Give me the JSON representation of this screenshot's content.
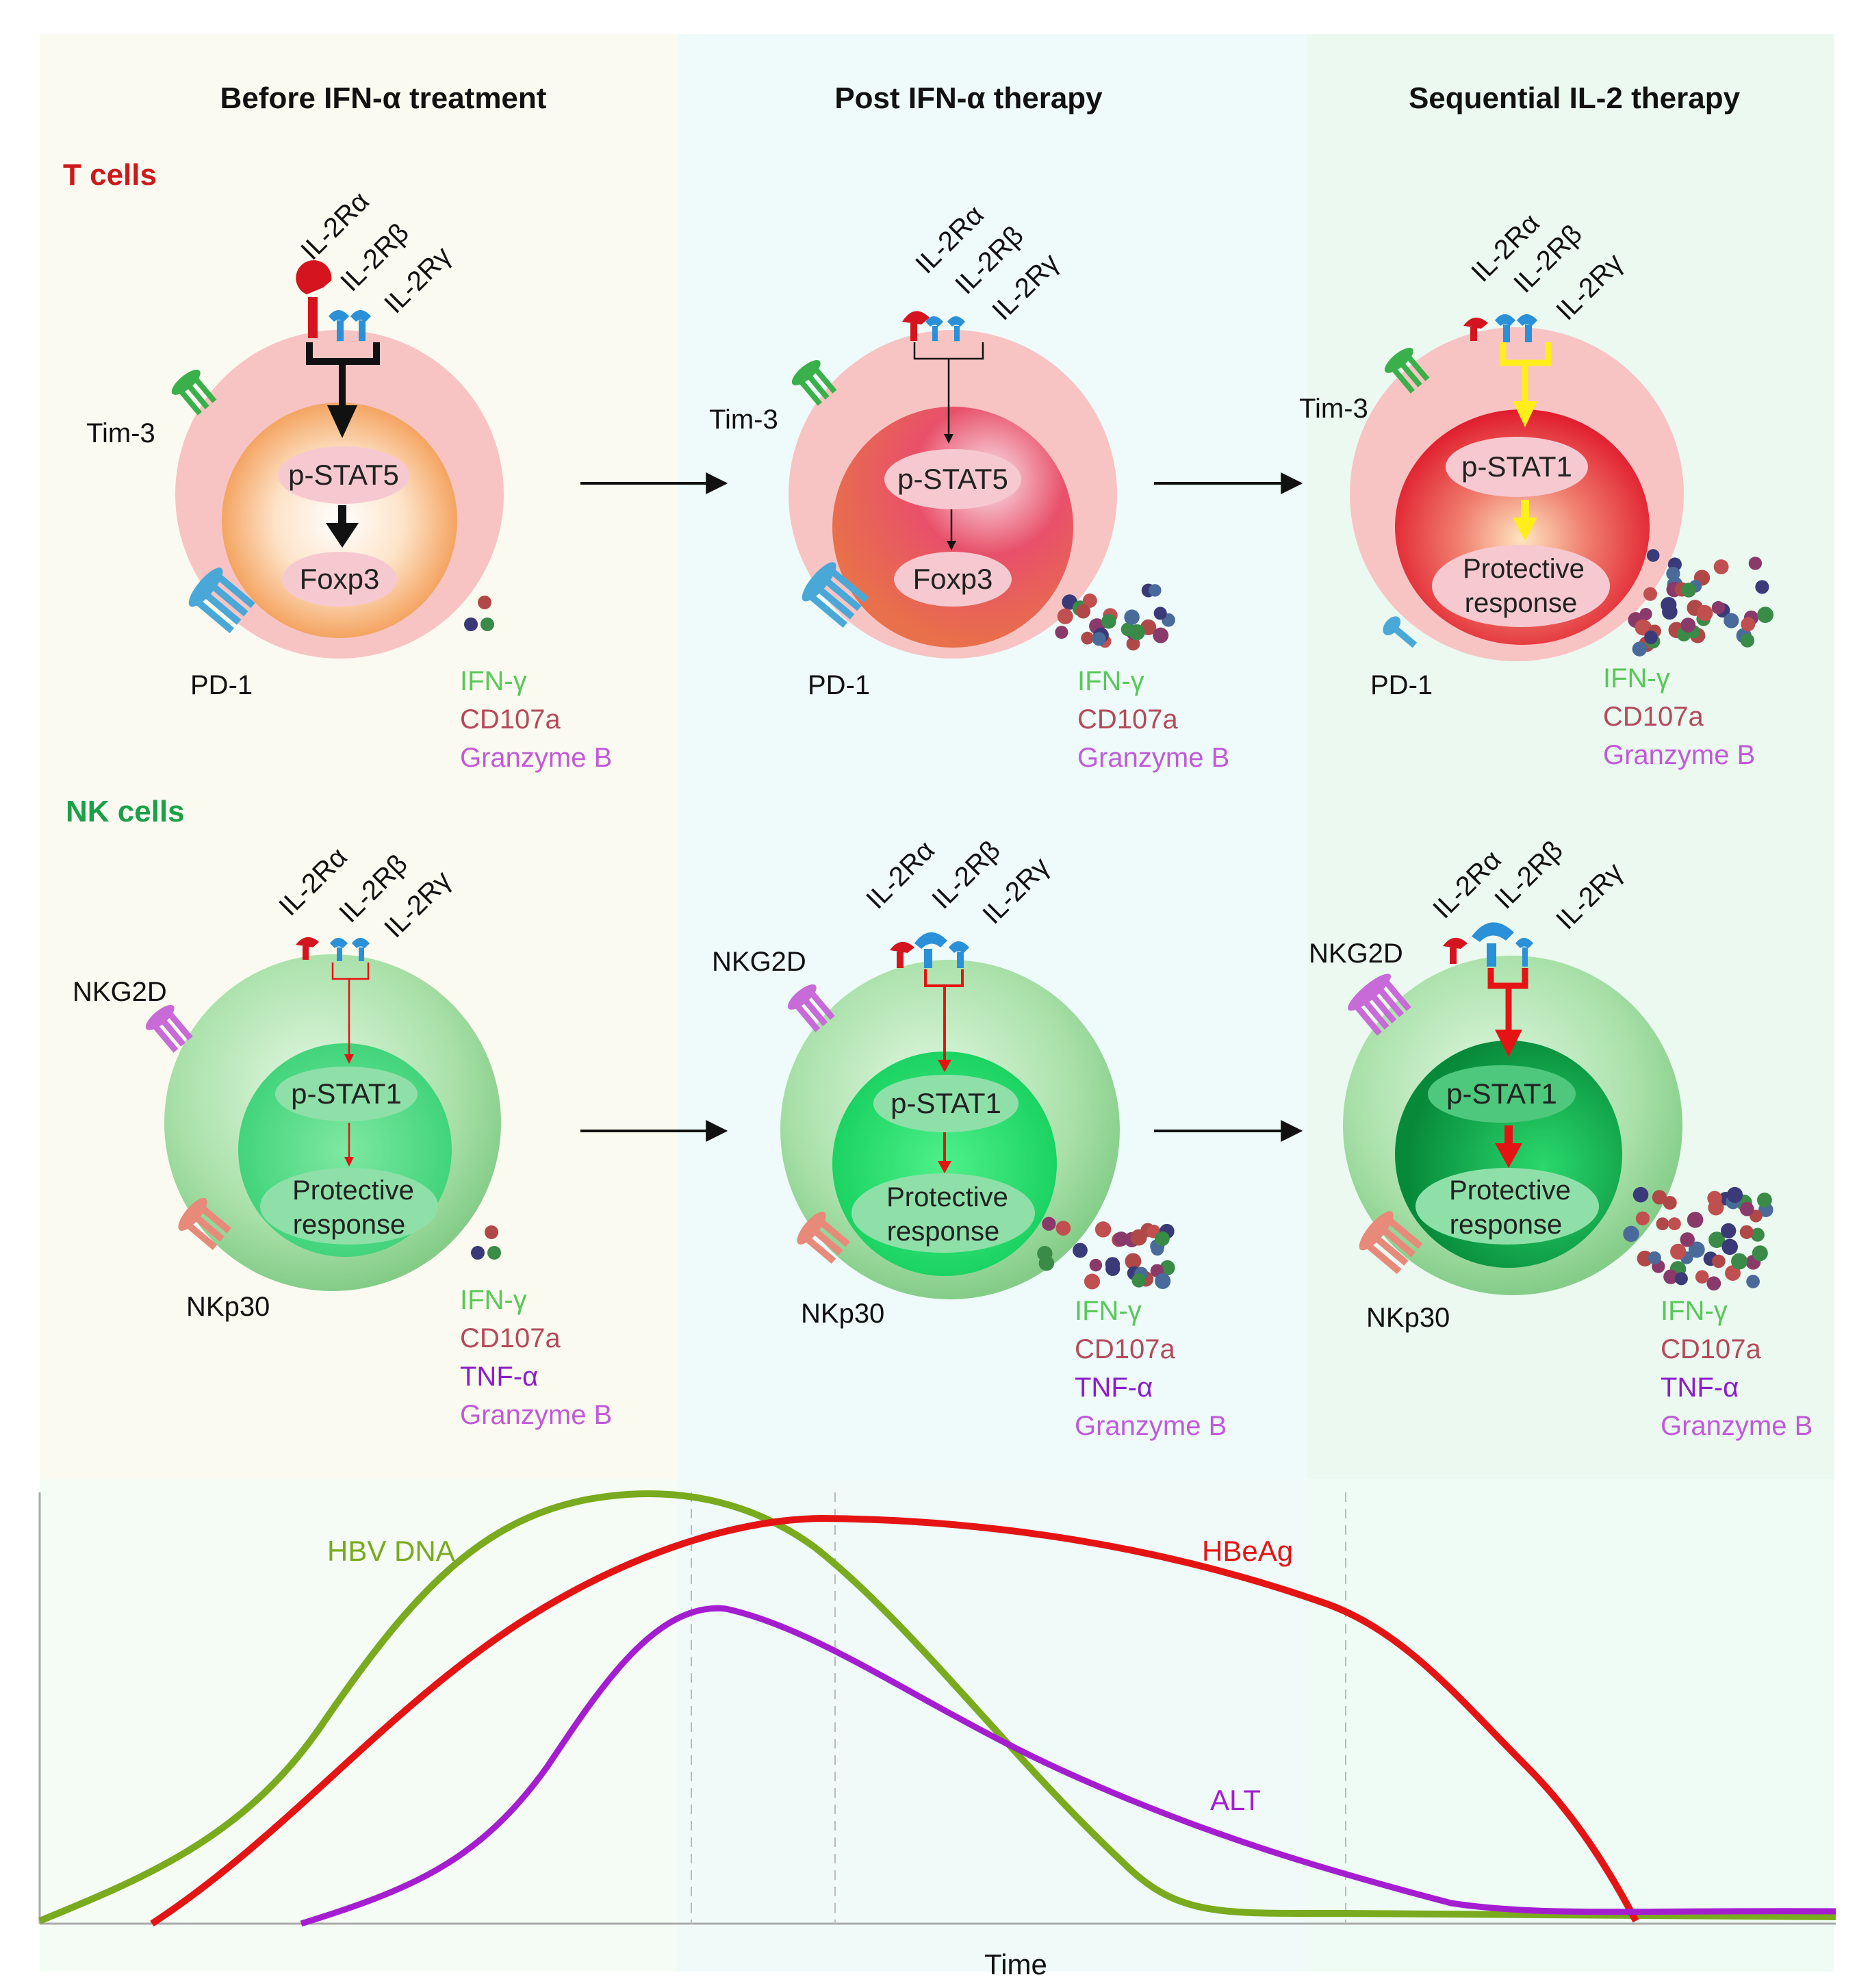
{
  "panels": [
    {
      "title": "Before IFN-α treatment",
      "t_cell": {
        "receptors": [
          "IL-2Rα",
          "IL-2Rβ",
          "IL-2Rγ"
        ],
        "tim3": "Tim-3",
        "pd1": "PD-1",
        "box_top": "p-STAT5",
        "box_bottom_lines": [
          "Foxp3"
        ],
        "cytokines": [
          "IFN-γ",
          "CD107a",
          "Granzyme B"
        ]
      },
      "nk_cell": {
        "receptors": [
          "IL-2Rα",
          "IL-2Rβ",
          "IL-2Rγ"
        ],
        "nkg2d": "NKG2D",
        "nkp30": "NKp30",
        "box_top": "p-STAT1",
        "box_bottom_lines": [
          "Protective",
          "response"
        ],
        "cytokines": [
          "IFN-γ",
          "CD107a",
          "TNF-α",
          "Granzyme B"
        ]
      }
    },
    {
      "title": "Post IFN-α therapy",
      "t_cell": {
        "receptors": [
          "IL-2Rα",
          "IL-2Rβ",
          "IL-2Rγ"
        ],
        "tim3": "Tim-3",
        "pd1": "PD-1",
        "box_top": "p-STAT5",
        "box_bottom_lines": [
          "Foxp3"
        ],
        "cytokines": [
          "IFN-γ",
          "CD107a",
          "Granzyme B"
        ]
      },
      "nk_cell": {
        "receptors": [
          "IL-2Rα",
          "IL-2Rβ",
          "IL-2Rγ"
        ],
        "nkg2d": "NKG2D",
        "nkp30": "NKp30",
        "box_top": "p-STAT1",
        "box_bottom_lines": [
          "Protective",
          "response"
        ],
        "cytokines": [
          "IFN-γ",
          "CD107a",
          "TNF-α",
          "Granzyme B"
        ]
      }
    },
    {
      "title": "Sequential IL-2 therapy",
      "t_cell": {
        "receptors": [
          "IL-2Rα",
          "IL-2Rβ",
          "IL-2Rγ"
        ],
        "tim3": "Tim-3",
        "pd1": "PD-1",
        "box_top": "p-STAT1",
        "box_bottom_lines": [
          "Protective",
          "response"
        ],
        "cytokines": [
          "IFN-γ",
          "CD107a",
          "Granzyme B"
        ]
      },
      "nk_cell": {
        "receptors": [
          "IL-2Rα",
          "IL-2Rβ",
          "IL-2Rγ"
        ],
        "nkg2d": "NKG2D",
        "nkp30": "NKp30",
        "box_top": "p-STAT1",
        "box_bottom_lines": [
          "Protective",
          "response"
        ],
        "cytokines": [
          "IFN-γ",
          "CD107a",
          "TNF-α",
          "Granzyme B"
        ]
      }
    }
  ],
  "row_labels": {
    "t_cells": "T cells",
    "nk_cells": "NK cells"
  },
  "curves": {
    "hbv_dna": "HBV DNA",
    "hbeag": "HBeAg",
    "alt": "ALT",
    "xlabel": "Time"
  },
  "colors": {
    "t_label": "#cc1a1a",
    "nk_label": "#1aa04a",
    "ifn": "#58c858",
    "cd107a": "#b44a5a",
    "tnf": "#8a1ec8",
    "granzyme": "#c05ad8",
    "hbv": "#7aaa1e",
    "hbeag": "#e41414",
    "alt": "#a41ed0"
  }
}
